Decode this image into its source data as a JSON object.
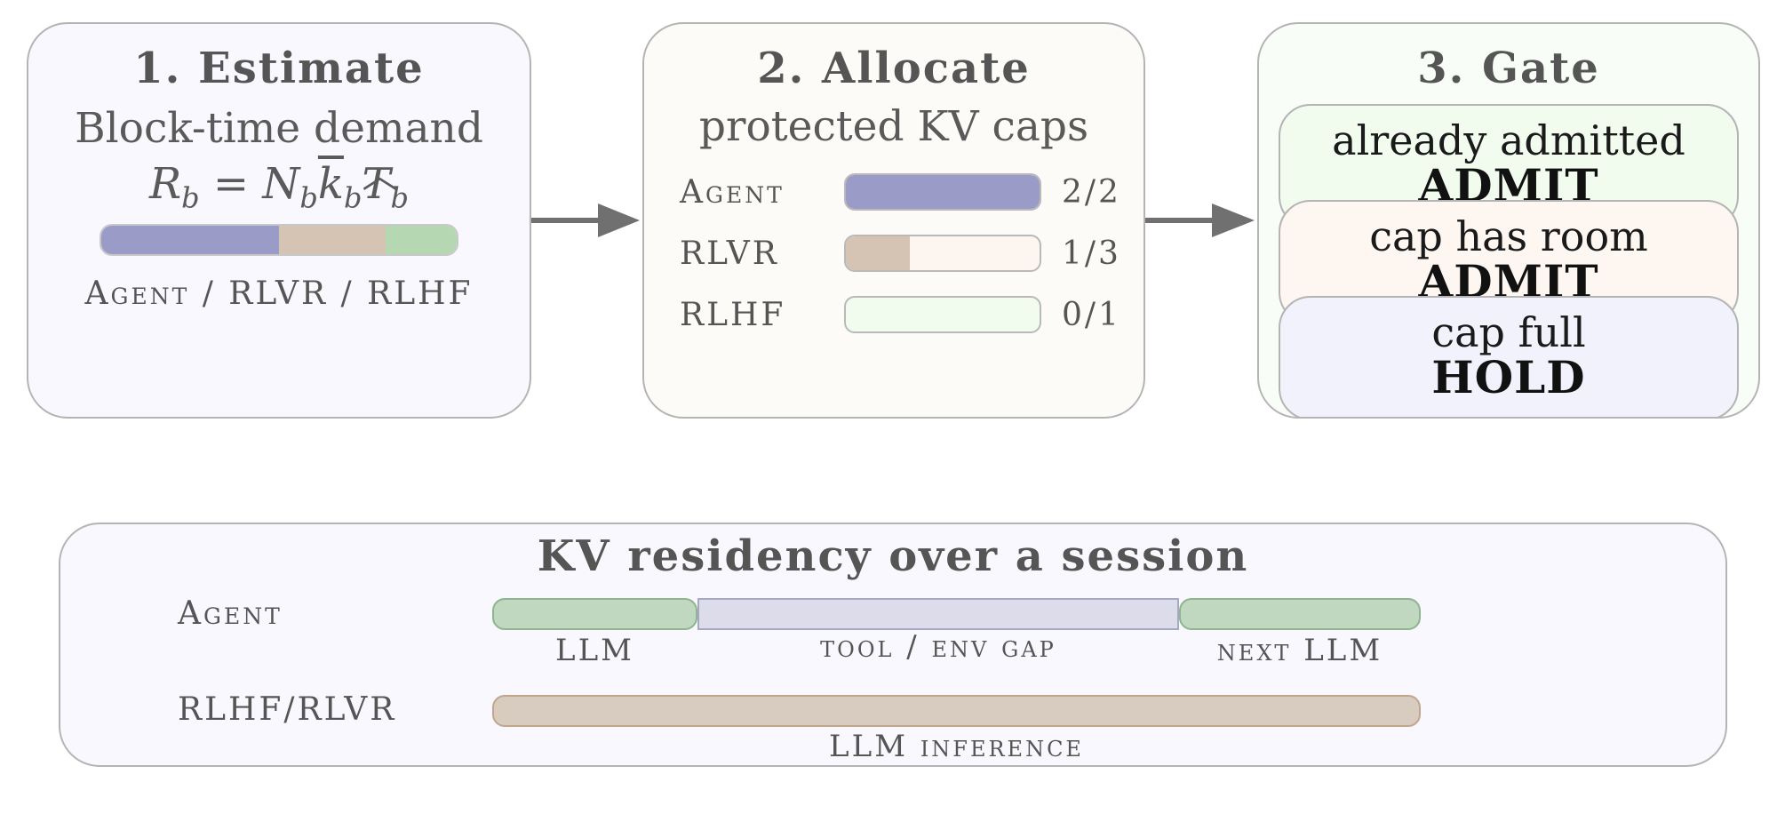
{
  "colors": {
    "agent": "#9b9bc8",
    "rlvr": "#d5c3b3",
    "rlhf": "#b5d7b2",
    "agent_llm": "#c0d7c0",
    "agent_gap": "#dcdcea",
    "inference": "#d8cbbf"
  },
  "panel1": {
    "title": "1. Estimate",
    "subtitle": "Block-time demand",
    "formula": {
      "R": "R",
      "b": "b",
      "eq": "=",
      "N": "N",
      "k": "k",
      "T": "T"
    },
    "bar_fractions": [
      0.5,
      0.3,
      0.2
    ],
    "caption": "Agent / RLVR / RLHF"
  },
  "panel2": {
    "title": "2. Allocate",
    "subtitle": "protected KV caps",
    "rows": [
      {
        "label": "Agent",
        "count": "2/2",
        "fill": 1.0
      },
      {
        "label": "RLVR",
        "count": "1/3",
        "fill": 0.33
      },
      {
        "label": "RLHF",
        "count": "0/1",
        "fill": 0.0
      }
    ]
  },
  "panel3": {
    "title": "3. Gate",
    "items": [
      {
        "condition": "already admitted",
        "action": "ADMIT"
      },
      {
        "condition": "cap has room",
        "action": "ADMIT"
      },
      {
        "condition": "cap full",
        "action": "HOLD"
      }
    ]
  },
  "residency": {
    "title": "KV residency over a session",
    "agent_label": "Agent",
    "other_label": "RLHF/RLVR",
    "agent_segments": [
      "LLM",
      "tool / env gap",
      "next LLM"
    ],
    "inference_label": "LLM inference"
  }
}
